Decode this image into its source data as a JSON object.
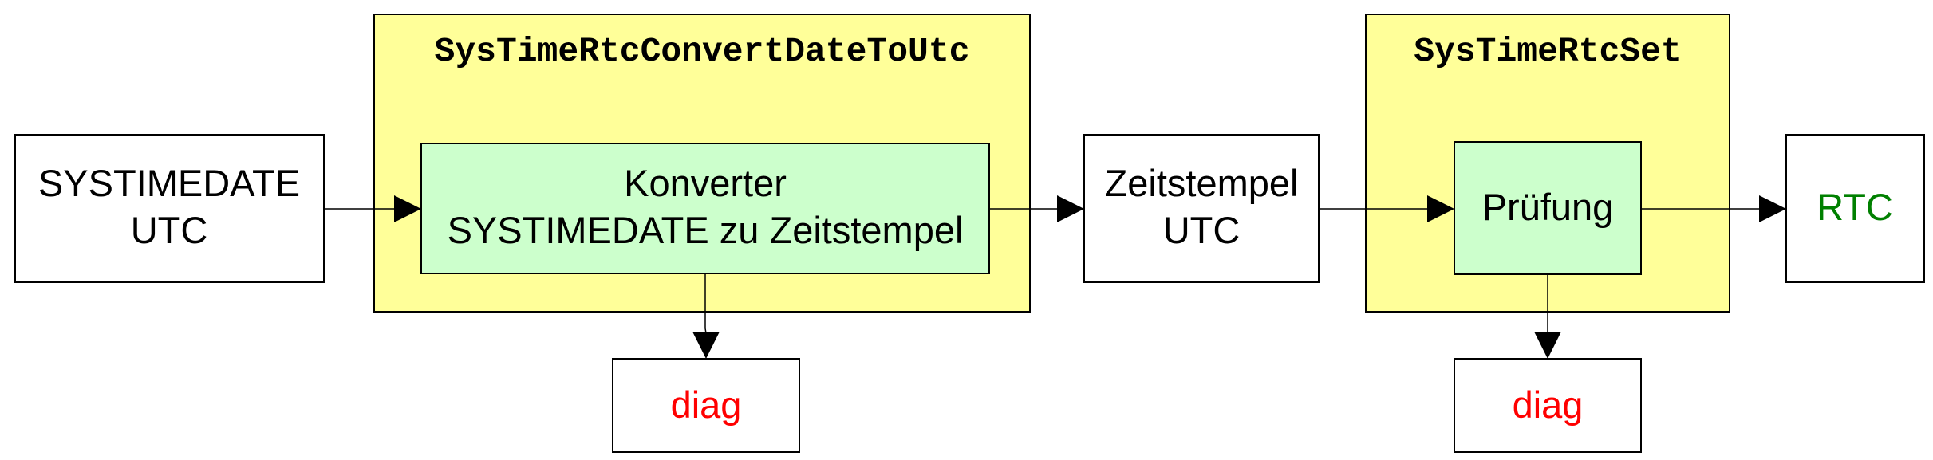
{
  "colors": {
    "function_group_fill": "#ffff99",
    "converter_fill": "#ccffcc",
    "box_border": "#000000",
    "diag_text": "#ff0000",
    "rtc_text": "#008000"
  },
  "input_box": {
    "line1": "SYSTIMEDATE",
    "line2": "UTC"
  },
  "convert_function": {
    "title": "SysTimeRtcConvertDateToUtc",
    "converter": {
      "line1": "Konverter",
      "line2": "SYSTIMEDATE zu Zeitstempel"
    },
    "diag": "diag"
  },
  "timestamp_box": {
    "line1": "Zeitstempel",
    "line2": "UTC"
  },
  "set_function": {
    "title": "SysTimeRtcSet",
    "check": {
      "label": "Prüfung"
    },
    "diag": "diag"
  },
  "output_box": {
    "label": "RTC"
  }
}
